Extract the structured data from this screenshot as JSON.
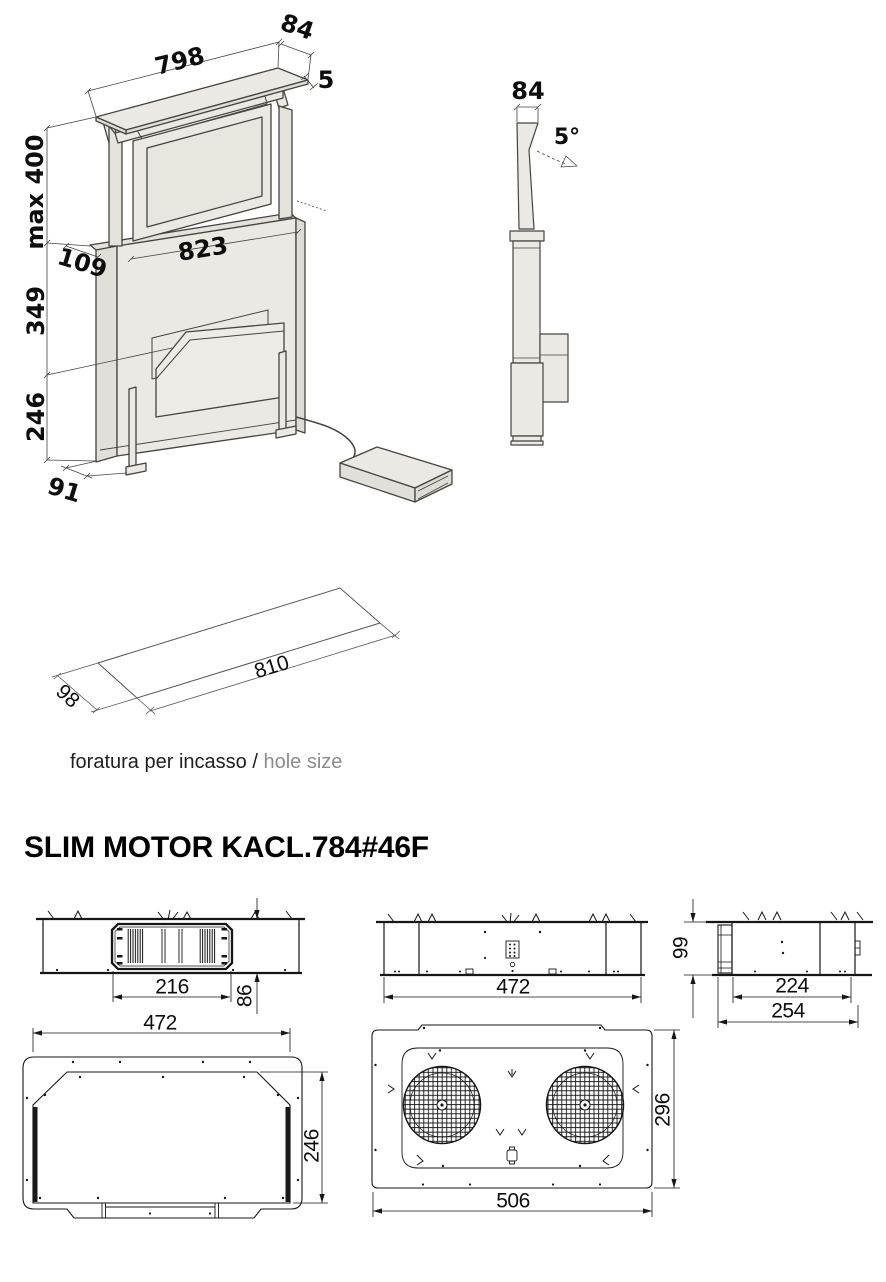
{
  "colors": {
    "background": "#ffffff",
    "iso_line": "#45443f",
    "iso_fill": "#eae9e3",
    "tech_line": "#161616",
    "caption_gray": "#8c8c8c"
  },
  "iso": {
    "top_width": "798",
    "top_depth": "84",
    "cover_thickness": "5",
    "max_height": "max 400",
    "base_depth": "109",
    "base_width": "823",
    "upper_height": "349",
    "lower_height": "246",
    "foot_depth": "91"
  },
  "side": {
    "depth": "84",
    "angle": "5°"
  },
  "hole": {
    "length": "810",
    "width": "98",
    "caption_it": "foratura per incasso",
    "caption_sep": "/",
    "caption_en": "hole size"
  },
  "motor": {
    "title": "SLIM MOTOR KACL.784#46F",
    "front_view": {
      "outlet_width": "216",
      "height": "86"
    },
    "plenum_view": {
      "width": "472"
    },
    "side_view": {
      "height": "99",
      "flange_depth": "224",
      "total_depth": "254"
    },
    "panel_view": {
      "width": "472",
      "height": "246"
    },
    "top_view": {
      "width": "506",
      "height": "296"
    }
  }
}
